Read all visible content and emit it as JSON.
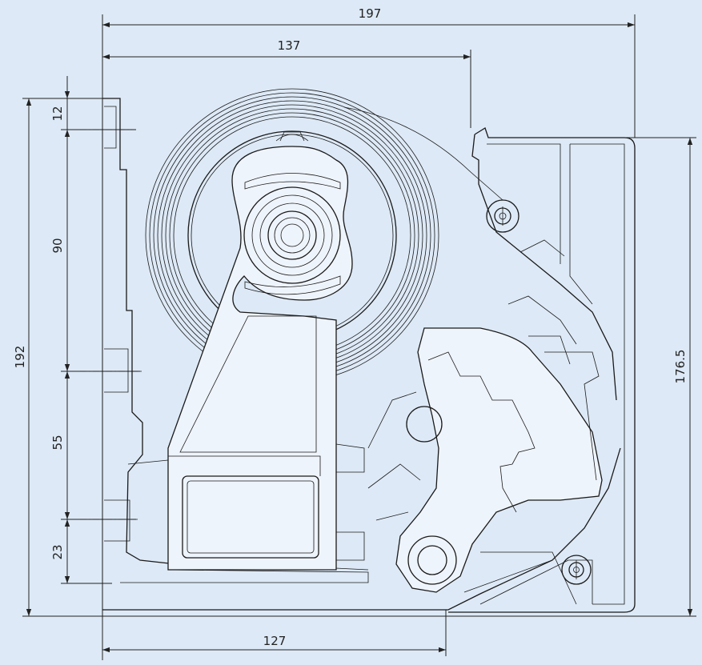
{
  "dimensions": {
    "overall_width": "197",
    "upper_width": "137",
    "base_width": "127",
    "overall_height": "192",
    "right_height": "176.5",
    "segment_top": "12",
    "segment_upper": "90",
    "segment_middle": "55",
    "segment_bottom": "23"
  },
  "colors": {
    "background": "#dde9f6",
    "line": "#1a1a1a"
  }
}
